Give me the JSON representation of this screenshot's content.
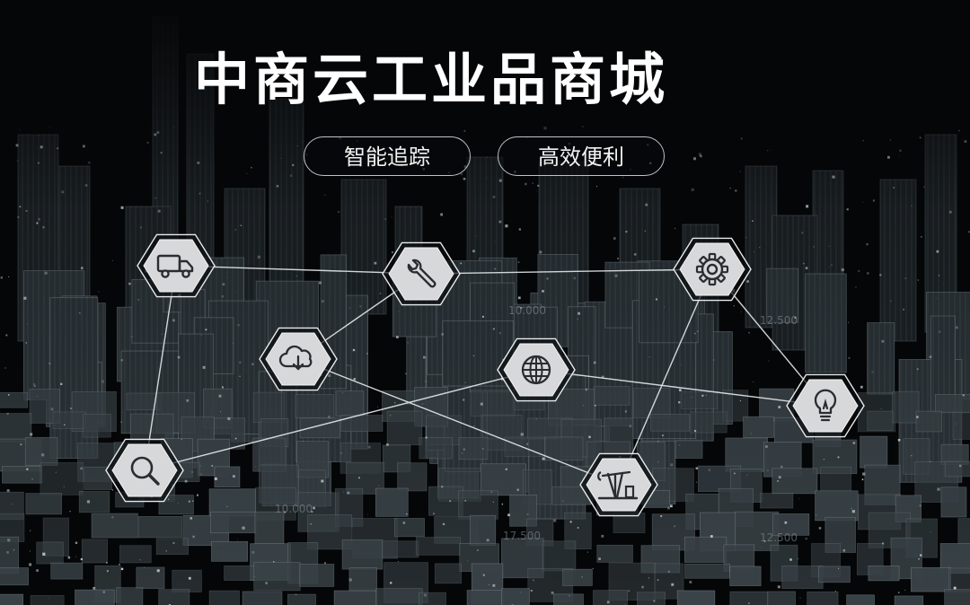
{
  "title": "中商云工业品商城",
  "tags": [
    "智能追踪",
    "高效便利"
  ],
  "background_numbers": [
    "10.000",
    "12.500",
    "10.000",
    "17.500",
    "12.500"
  ],
  "nodes": [
    {
      "id": "truck",
      "icon": "truck-icon"
    },
    {
      "id": "wrench",
      "icon": "wrench-icon"
    },
    {
      "id": "gear",
      "icon": "gear-icon"
    },
    {
      "id": "cloud",
      "icon": "cloud-download-icon"
    },
    {
      "id": "globe",
      "icon": "globe-icon"
    },
    {
      "id": "bulb",
      "icon": "lightbulb-icon"
    },
    {
      "id": "search",
      "icon": "search-icon"
    },
    {
      "id": "pump",
      "icon": "oil-pump-icon"
    }
  ],
  "links": [
    [
      "truck",
      "wrench"
    ],
    [
      "wrench",
      "gear"
    ],
    [
      "wrench",
      "cloud"
    ],
    [
      "truck",
      "search"
    ],
    [
      "cloud",
      "pump"
    ],
    [
      "gear",
      "bulb"
    ],
    [
      "gear",
      "pump"
    ],
    [
      "globe",
      "search"
    ],
    [
      "globe",
      "bulb"
    ]
  ],
  "colors": {
    "background": "#050607",
    "text": "#ffffff",
    "hexagon_fill": "#d6d8da",
    "hexagon_ring": "#e9ecee",
    "line": "#e6e9ec"
  }
}
